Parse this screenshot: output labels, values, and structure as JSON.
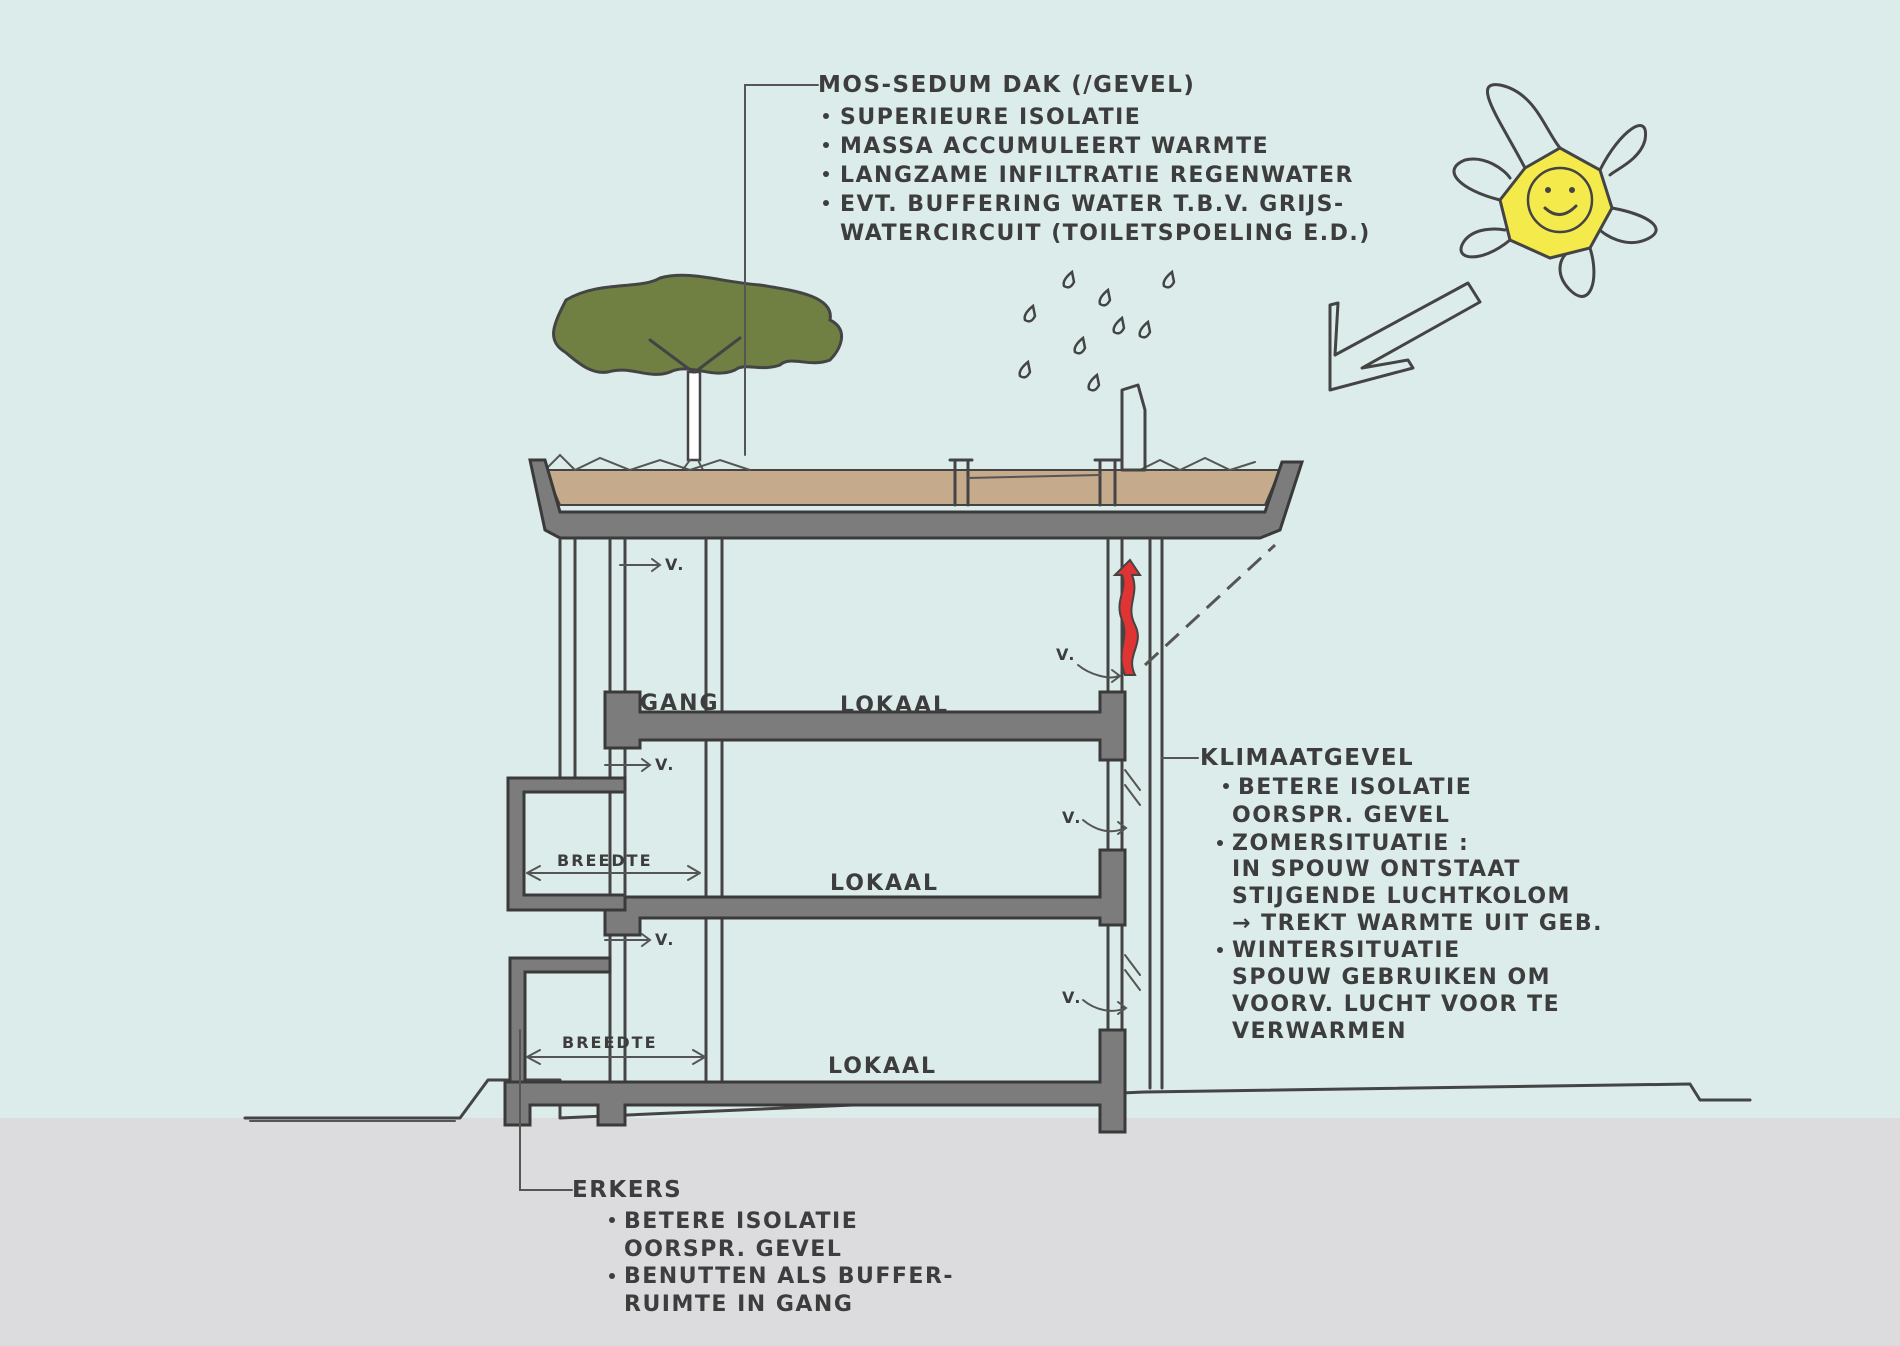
{
  "colors": {
    "sky": "#dbeceb",
    "ground": "#dcdcdf",
    "soil": "#c6aa8c",
    "concrete": "#7c7c7c",
    "tree_crown": "#6f8042",
    "sun": "#f4ea4b",
    "heat": "#e03434",
    "ink": "#3d3d3d"
  },
  "roof_note": {
    "title": "MOS-SEDUM DAK (/GEVEL)",
    "bullets": [
      "SUPERIEURE ISOLATIE",
      "MASSA ACCUMULEERT WARMTE",
      "LANGZAME INFILTRATIE REGENWATER",
      "EVT. BUFFERING WATER T.B.V. GRIJS-"
    ],
    "continuation": "WATERCIRCUIT (TOILETSPOELING E.D.)"
  },
  "facade_note": {
    "title": "KLIMAATGEVEL",
    "b1": [
      "BETERE ISOLATIE",
      "OORSPR. GEVEL"
    ],
    "b2": [
      "ZOMERSITUATIE :",
      "IN SPOUW ONTSTAAT",
      "STIJGENDE LUCHTKOLOM",
      "→ TREKT WARMTE UIT GEB."
    ],
    "b3": [
      "WINTERSITUATIE",
      "SPOUW GEBRUIKEN OM",
      "VOORV. LUCHT VOOR TE",
      "VERWARMEN"
    ]
  },
  "bay_note": {
    "title": "ERKERS",
    "b1": [
      "BETERE ISOLATIE",
      "OORSPR. GEVEL"
    ],
    "b2": [
      "BENUTTEN ALS BUFFER-",
      "RUIMTE IN GANG"
    ]
  },
  "labels": {
    "gang": "GANG",
    "lokaal": "LOKAAL",
    "breedte": "BREEDTE",
    "ventilation": "V."
  },
  "icons": {
    "sun": "smiling-sun-icon",
    "tree": "tree-icon",
    "rain": "raindrops-icon",
    "arrow": "sunlight-arrow-icon"
  }
}
